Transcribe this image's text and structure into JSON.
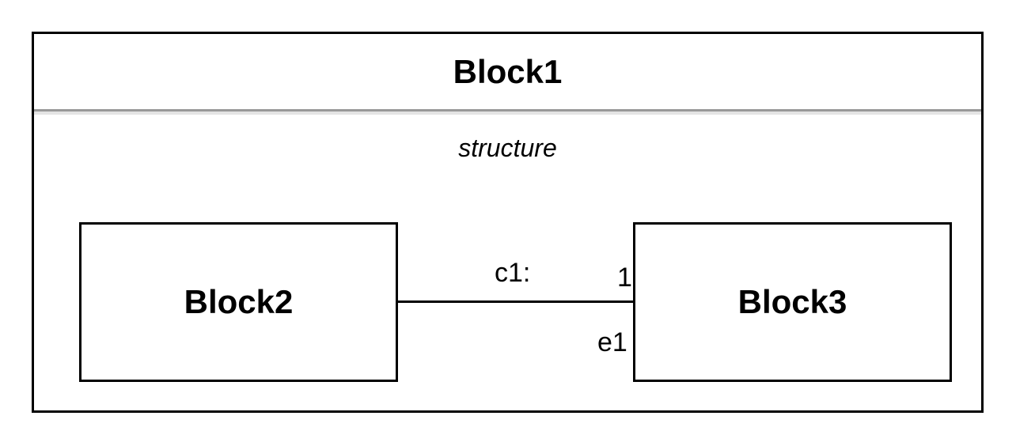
{
  "diagram": {
    "outer_block": {
      "title": "Block1",
      "compartment_label": "structure"
    },
    "parts": [
      {
        "id": "block2",
        "label": "Block2"
      },
      {
        "id": "block3",
        "label": "Block3"
      }
    ],
    "connector": {
      "name": "c1:",
      "multiplicity": "1",
      "role": "e1",
      "from": "Block2",
      "to": "Block3"
    }
  }
}
